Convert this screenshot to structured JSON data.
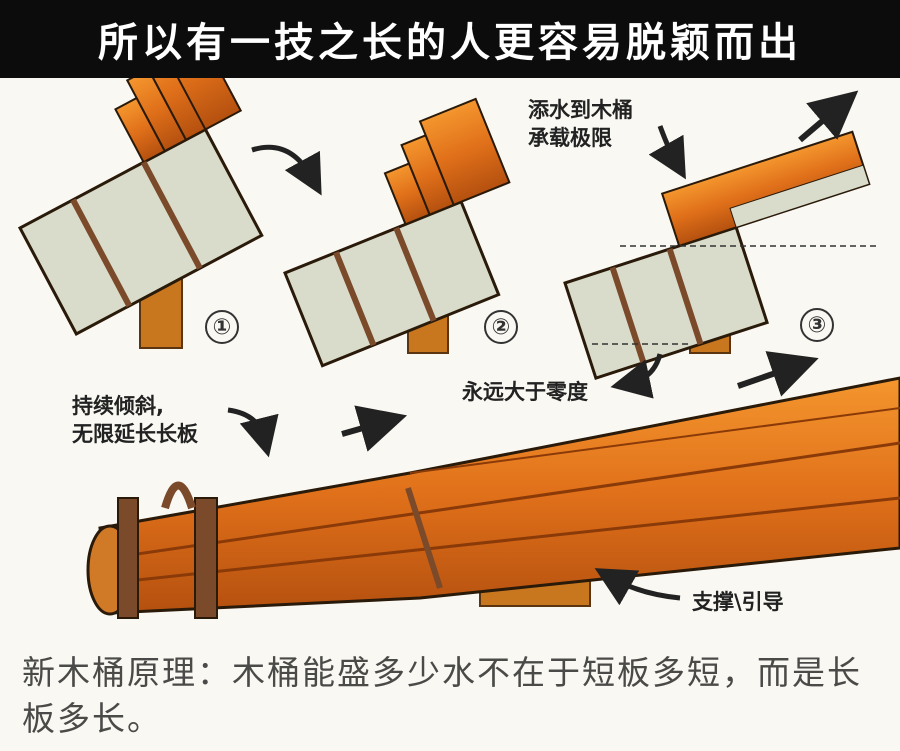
{
  "title": "所以有一技之长的人更容易脱颖而出",
  "labels": {
    "step3_note_line1": "添水到木桶",
    "step3_note_line2": "承载极限",
    "angle_note": "永远大于零度",
    "tilt_note_line1": "持续倾斜,",
    "tilt_note_line2": "无限延长长板",
    "support_note": "支撑\\引导"
  },
  "steps": [
    "①",
    "②",
    "③"
  ],
  "caption": "新木桶原理：木桶能盛多少水不在于短板多短，而是长板多长。",
  "colors": {
    "wood": "#e0701a",
    "wood_dark": "#a8450c",
    "water": "#d9dccb",
    "band": "#7a4a2a",
    "support": "#c9771f",
    "title_bg": "#0c0c0c"
  },
  "icons": [
    "curved-arrow-icon",
    "straight-arrow-icon"
  ]
}
